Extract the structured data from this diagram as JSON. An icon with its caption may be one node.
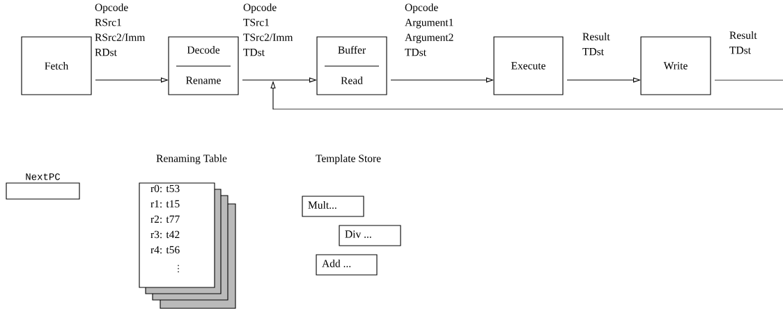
{
  "diagram": {
    "nodes": [
      {
        "text": [
          "Fetch"
        ]
      },
      {
        "text": [
          "Decode",
          "Rename"
        ]
      },
      {
        "text": [
          "Buffer",
          "Read"
        ]
      },
      {
        "text": [
          "Execute"
        ]
      },
      {
        "text": [
          "Write"
        ]
      },
      {
        "text": [
          "NextPC"
        ]
      },
      {
        "text": [
          "Renaming Table",
          "r0: t53",
          "r1: t15",
          "r2: t77",
          "r3: t42",
          "r4: t56",
          "⋮"
        ]
      },
      {
        "text": [
          "Mult..."
        ]
      },
      {
        "text": [
          "Div ..."
        ]
      },
      {
        "text": [
          "Add ..."
        ]
      }
    ],
    "edges": [
      {
        "from": 0,
        "to": 1,
        "arrow": "to",
        "label": "Opcode RSrc1 RSrc2/Imm RDst"
      },
      {
        "from": 1,
        "to": 2,
        "arrow": "to",
        "label": "Opcode TSrc1 TSrc2/Imm TDst"
      },
      {
        "from": 2,
        "to": 3,
        "arrow": "to",
        "label": "Opcode Argument1 Argument2 TDst"
      },
      {
        "from": 3,
        "to": 4,
        "arrow": "to",
        "label": "Result TDst"
      },
      {
        "from": 4,
        "to": null,
        "arrow": "to",
        "label": "Result TDst"
      }
    ],
    "labels": [
      "Template Store"
    ]
  }
}
